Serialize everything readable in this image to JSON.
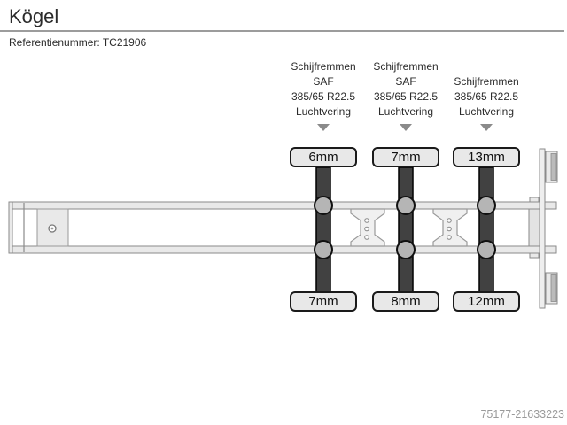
{
  "page": {
    "title": "Kögel",
    "reference": "Referentienummer: TC21906",
    "footer_id": "75177-21633223"
  },
  "axles": [
    {
      "specs": {
        "brakes": "Schijfremmen",
        "brand": "SAF",
        "tires": "385/65 R22.5",
        "suspension": "Luchtvering"
      },
      "tread_top": "6mm",
      "tread_bottom": "7mm"
    },
    {
      "specs": {
        "brakes": "Schijfremmen",
        "brand": "SAF",
        "tires": "385/65 R22.5",
        "suspension": "Luchtvering"
      },
      "tread_top": "7mm",
      "tread_bottom": "8mm"
    },
    {
      "specs": {
        "brakes": "Schijfremmen",
        "tires": "385/65 R22.5",
        "suspension": "Luchtvering"
      },
      "tread_top": "13mm",
      "tread_bottom": "12mm"
    }
  ],
  "colors": {
    "axle_bar": "#414141",
    "wheel_hub": "#b5b5b5",
    "label_box_bg": "#e8e8e8",
    "label_box_border": "#1a1a1a",
    "chassis_fill": "#e9e9e9",
    "chassis_outline": "#8a8a8a",
    "arrow": "#8a8a8a",
    "title_rule": "#9c9c9c",
    "footer_text": "#9a9a9a"
  }
}
